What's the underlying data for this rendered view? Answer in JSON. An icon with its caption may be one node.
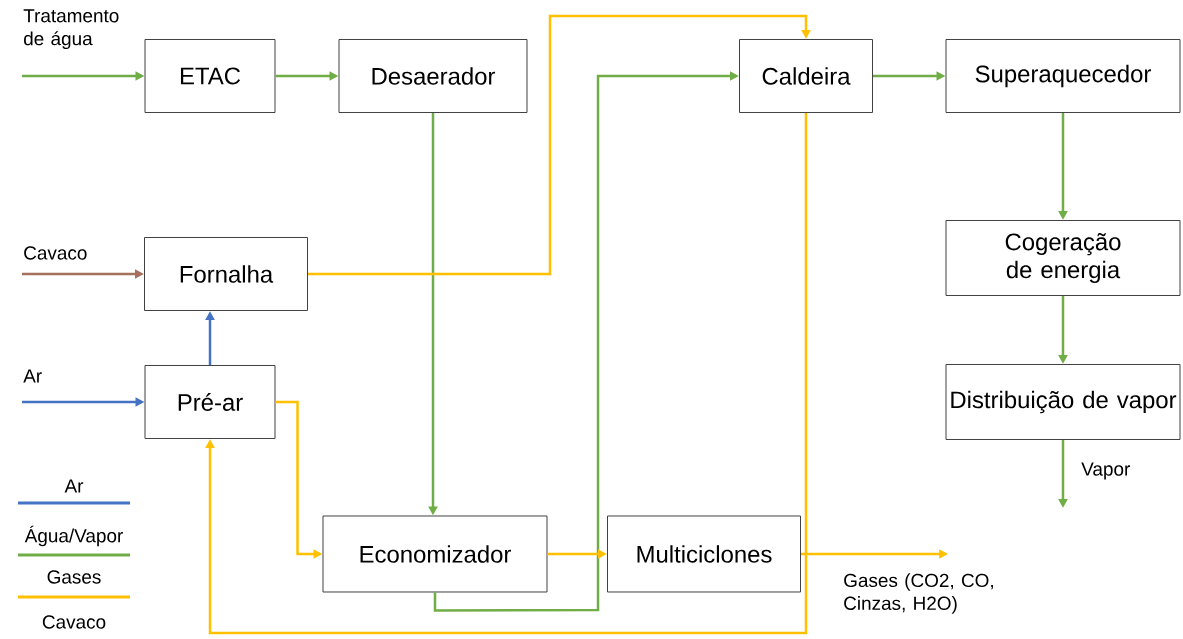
{
  "diagram": {
    "nodes": [
      {
        "text": [
          "ETAC"
        ]
      },
      {
        "text": [
          "Desaerador"
        ]
      },
      {
        "text": [
          "Caldeira"
        ]
      },
      {
        "text": [
          "Superaquecedor"
        ]
      },
      {
        "text": [
          "Fornalha"
        ]
      },
      {
        "text": [
          "Cogeração de energia"
        ]
      },
      {
        "text": [
          "Pré-ar"
        ]
      },
      {
        "text": [
          "Distribuição de vapor"
        ]
      },
      {
        "text": [
          "Economizador"
        ]
      },
      {
        "text": [
          "Multiciclones"
        ]
      },
      {
        "text": [
          "Tratamento de água"
        ]
      },
      {
        "text": [
          "Cavaco"
        ]
      },
      {
        "text": [
          "Ar"
        ]
      },
      {
        "text": [
          "Gases (CO2, CO, Cinzas, H2O)"
        ]
      },
      {
        "text": [
          "Vapor"
        ]
      }
    ],
    "edges": [
      {
        "from": 10,
        "to": 0,
        "arrow": "to"
      },
      {
        "from": 0,
        "to": 1,
        "arrow": "to"
      },
      {
        "from": 1,
        "to": 8,
        "arrow": "to"
      },
      {
        "from": 8,
        "to": 2,
        "arrow": "to"
      },
      {
        "from": 2,
        "to": 3,
        "arrow": "to"
      },
      {
        "from": 3,
        "to": 5,
        "arrow": "to"
      },
      {
        "from": 5,
        "to": 7,
        "arrow": "to"
      },
      {
        "from": 7,
        "to": 14,
        "arrow": "to"
      },
      {
        "from": 11,
        "to": 4,
        "arrow": "to",
        "color": "#a5705c"
      },
      {
        "from": 12,
        "to": 6,
        "arrow": "to",
        "color": "#4472c4"
      },
      {
        "from": 6,
        "to": 4,
        "arrow": "to",
        "color": "#4472c4"
      },
      {
        "from": 4,
        "to": 2,
        "arrow": "to",
        "color": "#ffc000"
      },
      {
        "from": 6,
        "to": 8,
        "arrow": "to",
        "color": "#ffc000"
      },
      {
        "from": 8,
        "to": 9,
        "arrow": "to",
        "color": "#ffc000"
      },
      {
        "from": 9,
        "to": 13,
        "arrow": "to",
        "color": "#ffc000"
      },
      {
        "from": 2,
        "to": 6,
        "arrow": "to",
        "color": "#ffc000"
      }
    ],
    "legend": [
      {
        "text": "Ar",
        "color": "#4472c4"
      },
      {
        "text": "Água/Vapor",
        "color": "#70ad47"
      },
      {
        "text": "Gases",
        "color": "#ffc000"
      },
      {
        "text": "Cavaco"
      }
    ]
  }
}
